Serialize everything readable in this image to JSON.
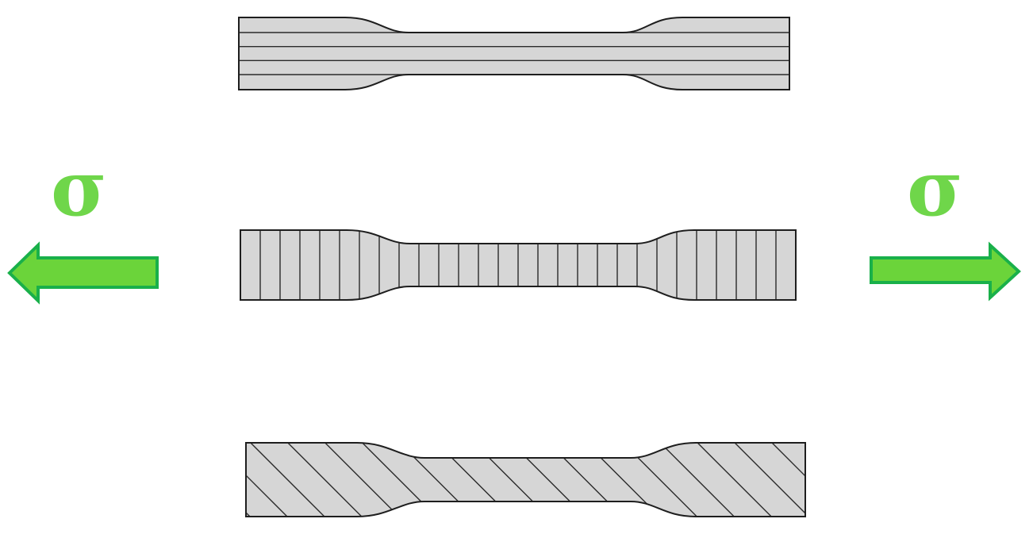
{
  "labels": {
    "stress_left": "σ",
    "stress_right": "σ"
  },
  "colors": {
    "specimen_fill": "#d6d6d6",
    "specimen_outline": "#1e1e1e",
    "fiber_line": "#2a2a2a",
    "arrow_fill": "#6bd43a",
    "arrow_outline": "#19b04a",
    "sigma_text": "#6fd64a"
  },
  "specimens": [
    {
      "name": "specimen-0-degree",
      "fiber_orientation": "0°",
      "fiber_count": 4
    },
    {
      "name": "specimen-90-degree",
      "fiber_orientation": "90°",
      "fiber_count": 27
    },
    {
      "name": "specimen-45-degree",
      "fiber_orientation": "45°",
      "fiber_count": 17
    }
  ],
  "arrows": [
    {
      "name": "load-arrow-left",
      "direction": "left"
    },
    {
      "name": "load-arrow-right",
      "direction": "right"
    }
  ]
}
